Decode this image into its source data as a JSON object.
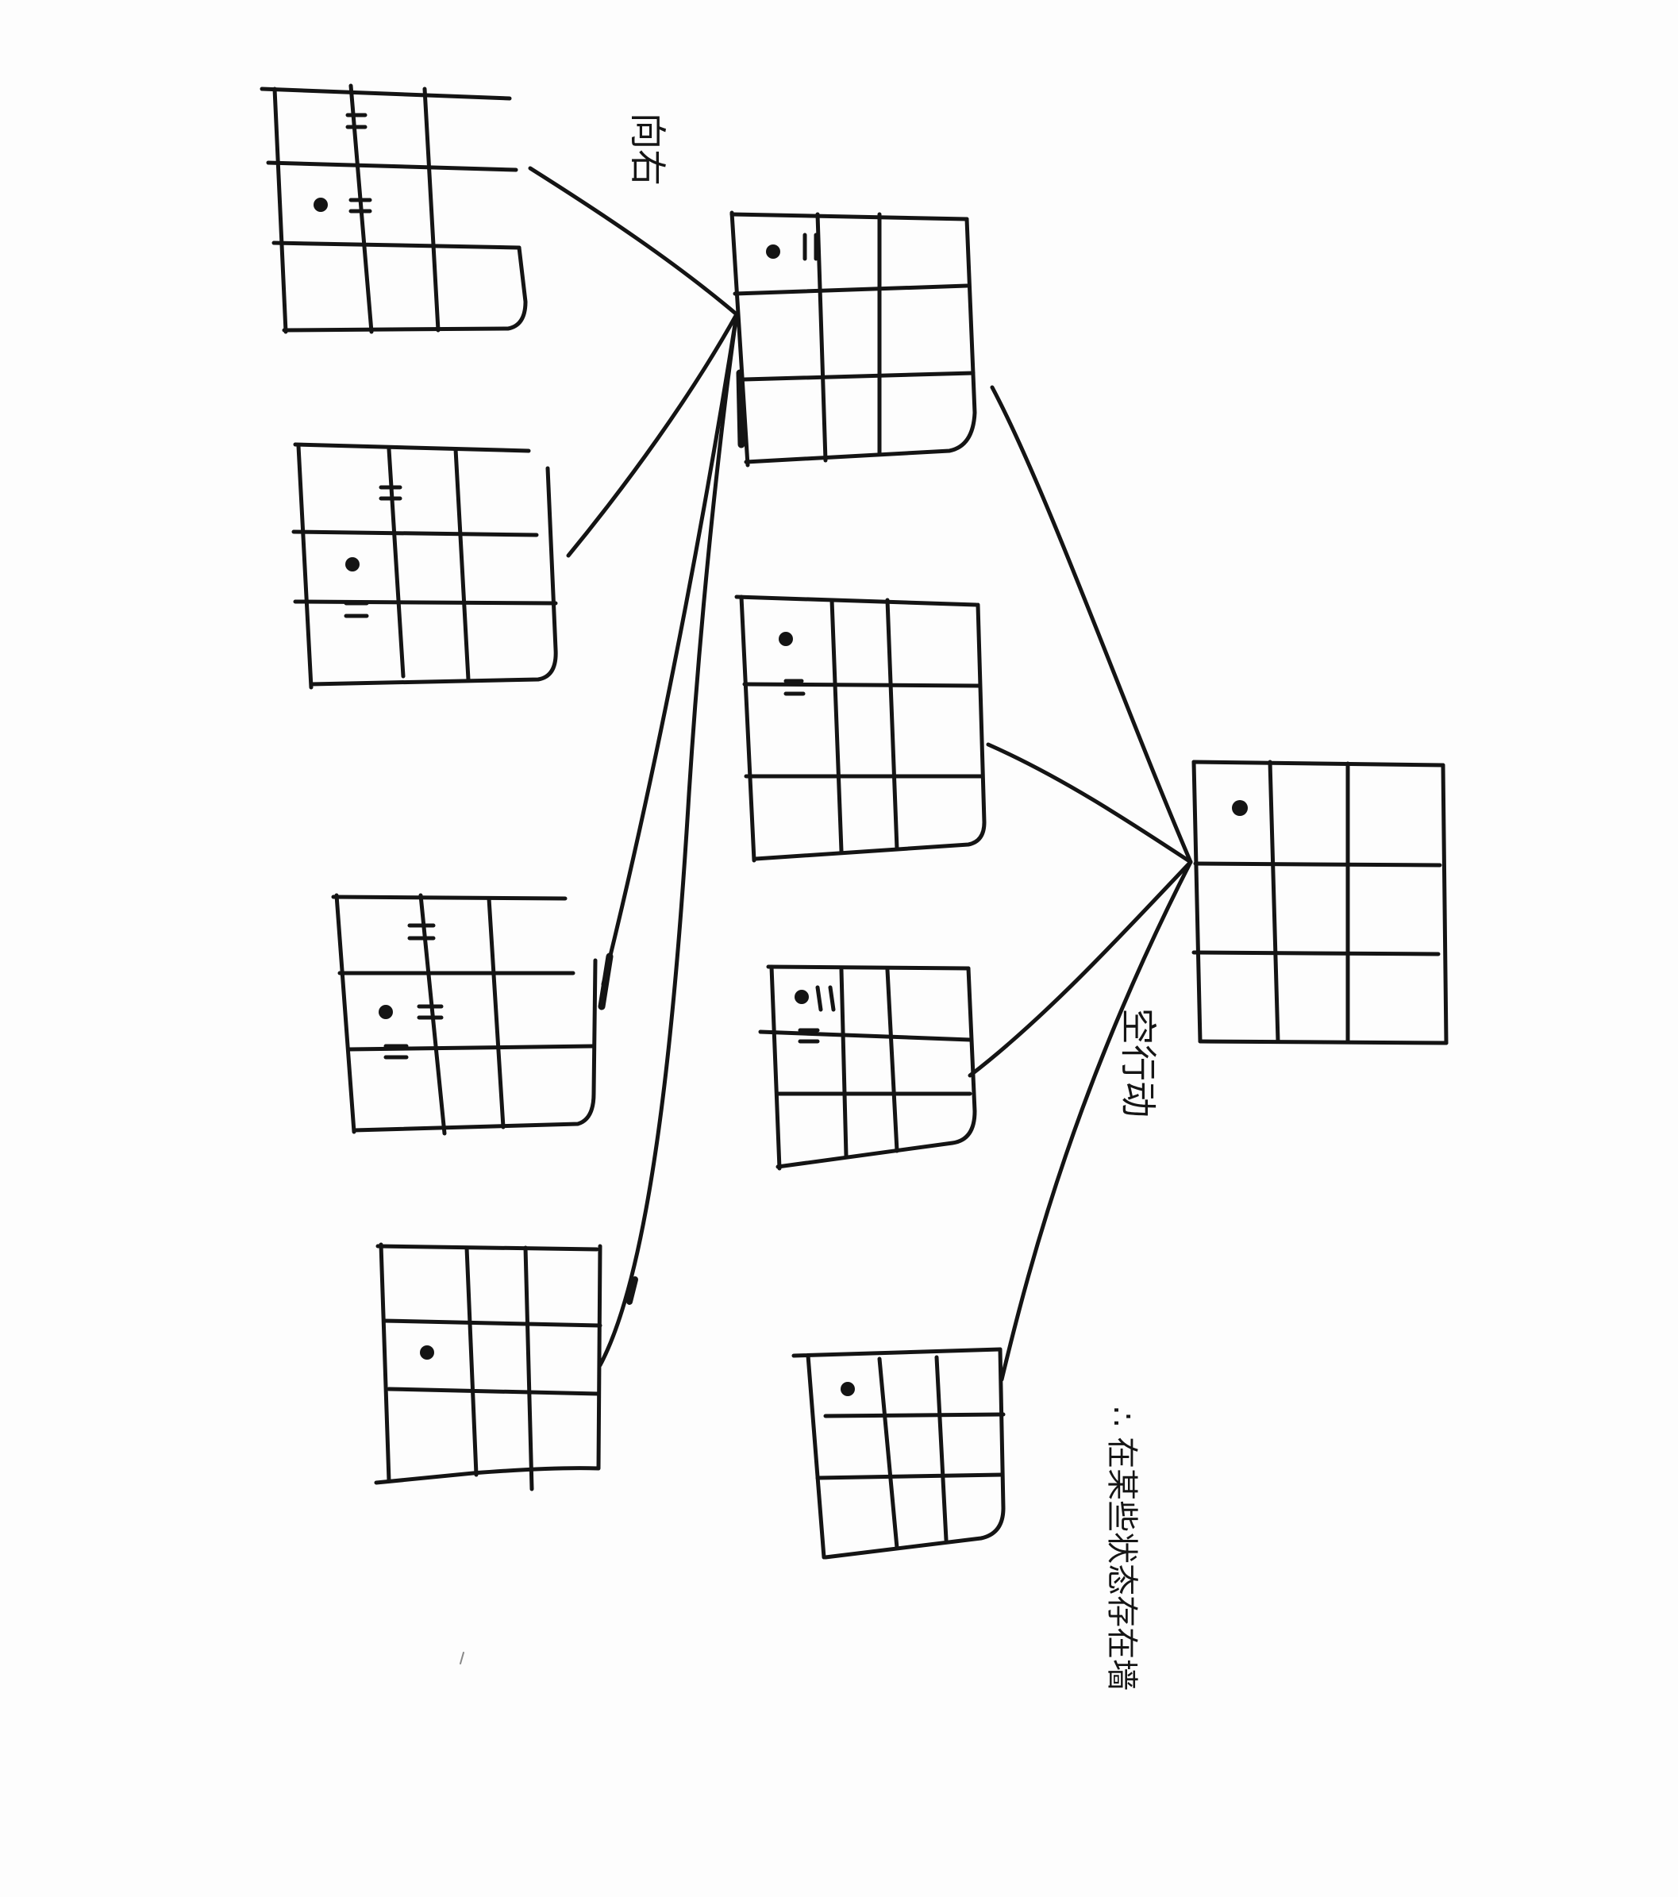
{
  "diagram": {
    "notes": {
      "left_edge_label": "向右",
      "right_edge_label": "空行动",
      "bottom_note": "∴ 在某些状态存在墙"
    },
    "grid_nodes": [
      {
        "id": "L1",
        "dot": "row 2, col 1",
        "wall_marks": [
          "top wall",
          "right wall at dot"
        ]
      },
      {
        "id": "L2",
        "dot": "row 2, col 1",
        "wall_marks": [
          "top wall",
          "right wall below dot"
        ]
      },
      {
        "id": "L3",
        "dot": "row 2, col 1",
        "wall_marks": [
          "top wall",
          "right wall at dot",
          "right wall below dot"
        ]
      },
      {
        "id": "L4",
        "dot": "row 2, col 1",
        "wall_marks": []
      },
      {
        "id": "M1",
        "dot": "row 1, col 1",
        "wall_marks": [
          "right wall at dot"
        ]
      },
      {
        "id": "M2",
        "dot": "row 1, col 1",
        "wall_marks": [
          "bottom wall at dot"
        ]
      },
      {
        "id": "M3",
        "dot": "row 1, col 1",
        "wall_marks": [
          "right wall at dot",
          "bottom wall at dot"
        ]
      },
      {
        "id": "M4",
        "dot": "row 1, col 1",
        "wall_marks": []
      },
      {
        "id": "R1",
        "dot": "row 1, col 1",
        "wall_marks": []
      }
    ],
    "edges": [
      {
        "from": "L1",
        "to": "M1"
      },
      {
        "from": "L2",
        "to": "M1"
      },
      {
        "from": "L3",
        "to": "M1"
      },
      {
        "from": "L4",
        "to": "M1"
      },
      {
        "from": "M1",
        "to": "R1"
      },
      {
        "from": "M2",
        "to": "R1"
      },
      {
        "from": "M3",
        "to": "R1"
      },
      {
        "from": "M4",
        "to": "R1"
      }
    ]
  }
}
